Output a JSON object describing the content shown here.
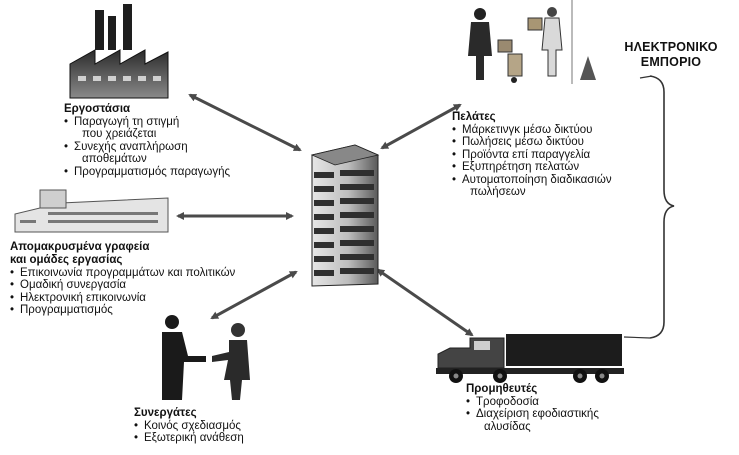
{
  "center": {
    "label": ""
  },
  "ecommerce": {
    "label_line1": "ΗΛΕΚΤΡΟΝΙΚΟ",
    "label_line2": "ΕΜΠΟΡΙΟ"
  },
  "nodes": {
    "factories": {
      "title": "Εργοστάσια",
      "items": [
        "Παραγωγή τη στιγμή",
        "που χρειάζεται",
        "Συνεχής αναπλήρωση",
        "αποθεμάτων",
        "Προγραμματισμός παραγωγής"
      ],
      "icon": "factory-icon"
    },
    "remote_offices": {
      "title_line1": "Απομακρυσμένα γραφεία",
      "title_line2": "και ομάδες εργασίας",
      "items": [
        "Επικοινωνία προγραμμάτων και πολιτικών",
        "Ομαδική συνεργασία",
        "Ηλεκτρονική επικοινωνία",
        "Προγραμματισμός"
      ],
      "icon": "office-building-icon"
    },
    "partners": {
      "title": "Συνεργάτες",
      "items": [
        "Κοινός σχεδιασμός",
        "Εξωτερική ανάθεση"
      ],
      "icon": "handshake-icon"
    },
    "customers": {
      "title": "Πελάτες",
      "items": [
        "Μάρκετινγκ μέσω δικτύου",
        "Πωλήσεις μέσω δικτύου",
        "Προϊόντα επί παραγγελία",
        "Εξυπηρέτηση πελατών",
        "Αυτοματοποίηση διαδικασιών",
        "πωλήσεων"
      ],
      "icon": "delivery-person-icon"
    },
    "suppliers": {
      "title": "Προμηθευτές",
      "items": [
        "Τροφοδοσία",
        "Διαχείριση εφοδιαστικής",
        "αλυσίδας"
      ],
      "icon": "truck-icon"
    }
  },
  "colors": {
    "arrow": "#4a4a4a",
    "building_dark": "#3c3c3c",
    "building_light": "#d8d8d8"
  }
}
